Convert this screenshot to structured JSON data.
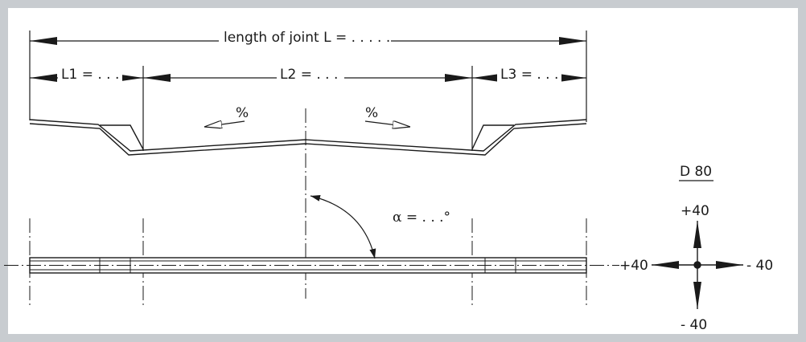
{
  "dimensions": {
    "overall": "length of joint L = . . . . .",
    "l1": "L1 = . . .",
    "l2": "L2 = . . .",
    "l3": "L3 = . . ."
  },
  "slopes": {
    "left": "%",
    "right": "%"
  },
  "angle_label": "α = . . .°",
  "movement": {
    "title": "D 80",
    "up": "+40",
    "left": "+40",
    "right": "- 40",
    "down": "- 40"
  },
  "colors": {
    "frame": "#c8ccd0",
    "line": "#1a1a1a",
    "background": "#ffffff"
  }
}
